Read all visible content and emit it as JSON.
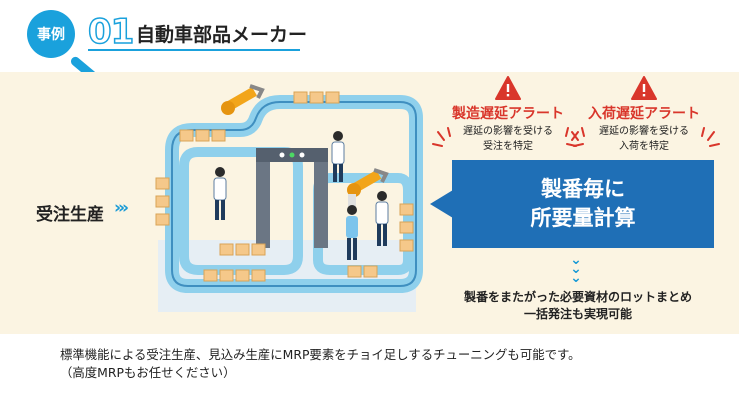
{
  "header": {
    "badge_label": "事例",
    "case_number": "01",
    "case_title": "自動車部品メーカー"
  },
  "diagram": {
    "input_label": "受注生産",
    "input_arrows": "›››",
    "alerts": [
      {
        "title": "製造遅延アラート",
        "desc_line1": "遅延の影響を受ける",
        "desc_line2": "受注を特定"
      },
      {
        "title": "入荷遅延アラート",
        "desc_line1": "遅延の影響を受ける",
        "desc_line2": "入荷を特定"
      }
    ],
    "calc_line1": "製番毎に",
    "calc_line2": "所要量計算",
    "result_line1": "製番をまたがった必要資材のロットまとめ",
    "result_line2": "一括発注も実現可能"
  },
  "footer": {
    "line1": "標準機能による受注生産、見込み生産にMRP要素をチョイ足しするチューニングも可能です。",
    "line2": "（高度MRPもお任せください）"
  },
  "colors": {
    "accent": "#1aa1dc",
    "calc_box": "#1f6fb6",
    "alert": "#d9362b",
    "band": "#fbf4e2"
  },
  "icons": {
    "alert": "warning-triangle-icon",
    "magnifier": "magnifier-icon"
  }
}
